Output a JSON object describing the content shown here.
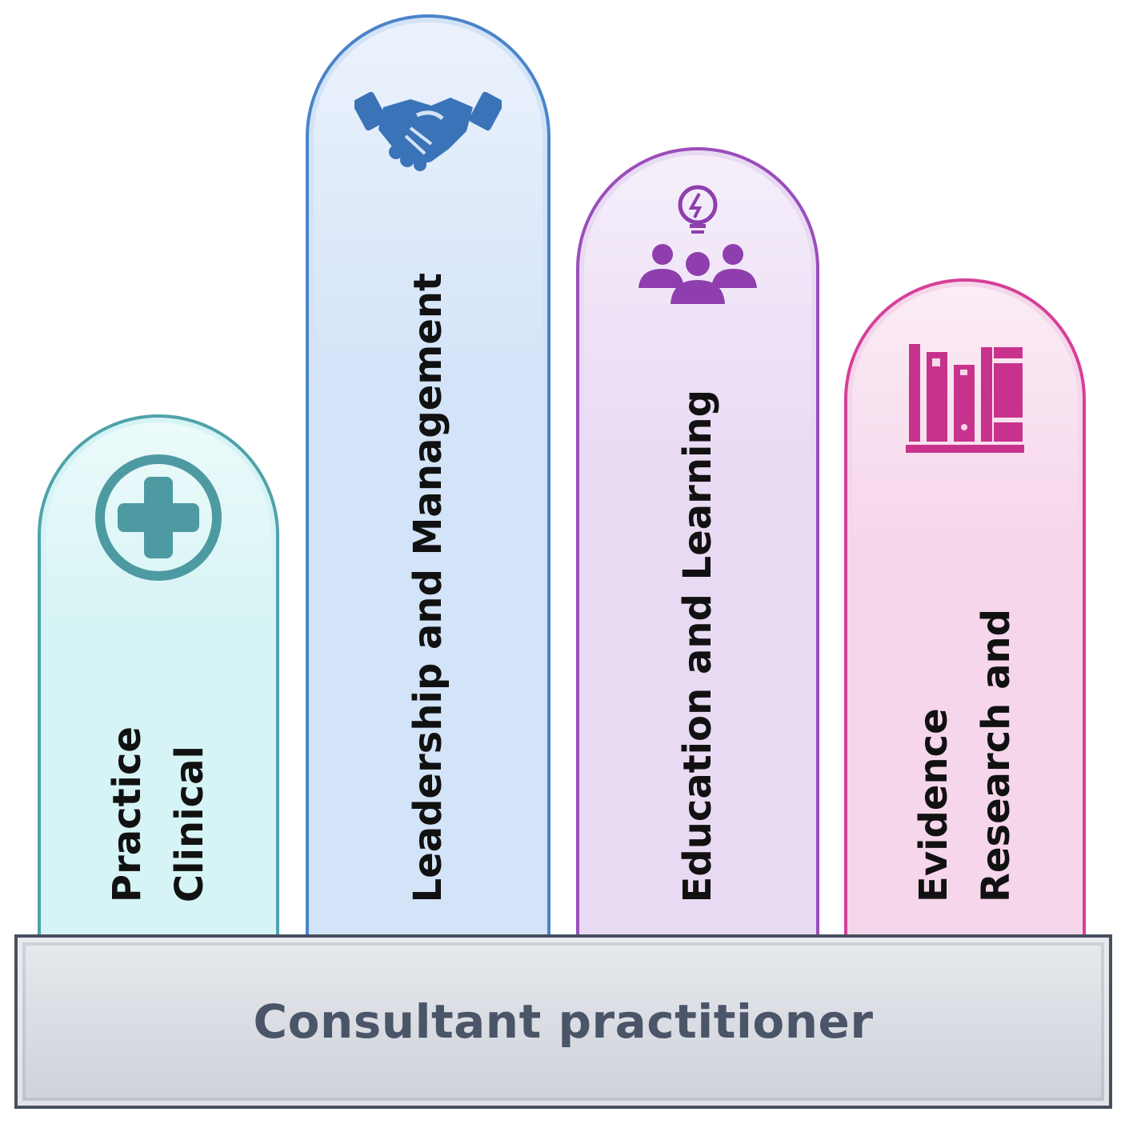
{
  "pillars": [
    {
      "id": "clinical",
      "label_lines": [
        "Clinical",
        "Practice"
      ],
      "icon": "medical-cross-icon",
      "colors": {
        "fill": "#d6f4f5",
        "border": "#4fa3a9",
        "icon": "#4e9aa3"
      }
    },
    {
      "id": "leadership",
      "label_lines": [
        "Leadership and Management"
      ],
      "icon": "handshake-icon",
      "colors": {
        "fill": "#d3e3f8",
        "border": "#4a84c9",
        "icon": "#3a73b8"
      }
    },
    {
      "id": "education",
      "label_lines": [
        "Education and Learning"
      ],
      "icon": "lightbulb-group-icon",
      "colors": {
        "fill": "#e9daf4",
        "border": "#9a4dbb",
        "icon": "#8e3fad"
      }
    },
    {
      "id": "research",
      "label_lines": [
        "Research and",
        "Evidence"
      ],
      "icon": "books-icon",
      "colors": {
        "fill": "#f6d6ea",
        "border": "#d63f9a",
        "icon": "#c7338c"
      }
    }
  ],
  "base": {
    "label": "Consultant practitioner",
    "colors": {
      "fill": "#d9dce2",
      "border": "#47505e",
      "text": "#4a5568"
    }
  }
}
